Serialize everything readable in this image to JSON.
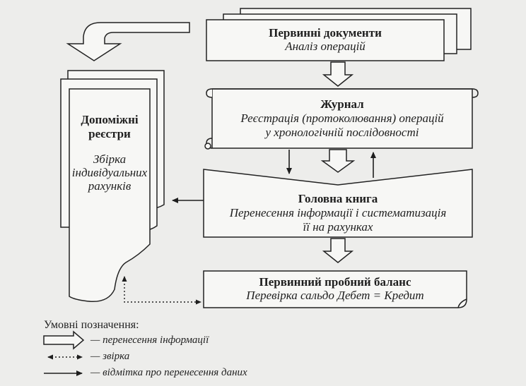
{
  "primary_documents": {
    "title": "Первинні документи",
    "subtitle": "Аналіз операцій"
  },
  "journal": {
    "title": "Журнал",
    "subtitle_line1": "Реєстрація (протоколювання) операцій",
    "subtitle_line2": "у хронологічній послідовності"
  },
  "general_ledger": {
    "title": "Головна книга",
    "subtitle_line1": "Перенесення інформації і систематизація",
    "subtitle_line2": "її на рахунках"
  },
  "subsidiary_registers": {
    "title_line1": "Допоміжні",
    "title_line2": "реєстри",
    "subtitle_line1": "Збірка",
    "subtitle_line2": "індивідуальних",
    "subtitle_line3": "рахунків"
  },
  "trial_balance": {
    "title": "Первинний пробний баланс",
    "subtitle": "Перевірка сальдо Дебет = Кредит"
  },
  "legend": {
    "title": "Умовні позначення:",
    "items": [
      {
        "symbol": "hollow-arrow",
        "label": "— перенесення інформації"
      },
      {
        "symbol": "dotted-double-arrow",
        "label": "— звірка"
      },
      {
        "symbol": "thin-arrow",
        "label": "— відмітка про перенесення даних"
      }
    ]
  }
}
